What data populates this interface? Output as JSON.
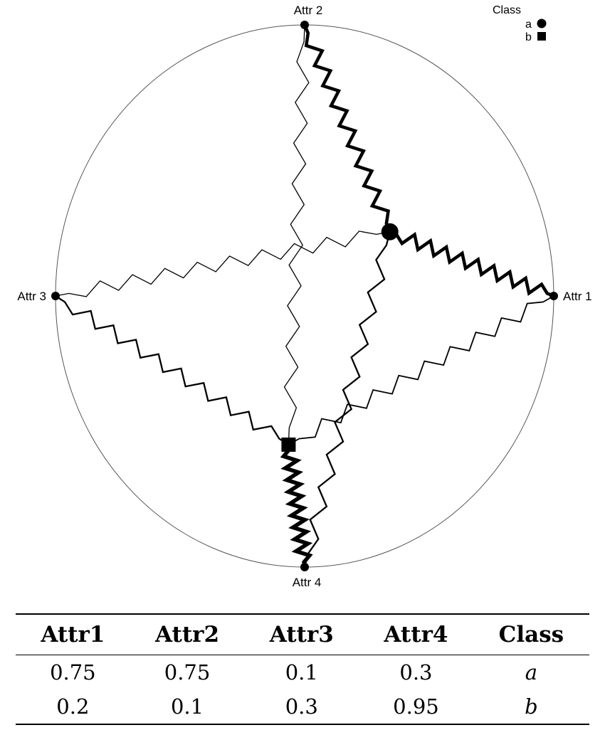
{
  "legend": {
    "title": "Class",
    "items": [
      {
        "label": "a",
        "marker": "circle"
      },
      {
        "label": "b",
        "marker": "square"
      }
    ]
  },
  "anchors": [
    "Attr 1",
    "Attr 2",
    "Attr 3",
    "Attr 4"
  ],
  "table": {
    "headers": [
      "Attr1",
      "Attr2",
      "Attr3",
      "Attr4",
      "Class"
    ],
    "rows": [
      [
        "0.75",
        "0.75",
        "0.1",
        "0.3",
        "a"
      ],
      [
        "0.2",
        "0.1",
        "0.3",
        "0.95",
        "b"
      ]
    ]
  },
  "records": [
    {
      "class": "a",
      "values": [
        0.75,
        0.75,
        0.1,
        0.3
      ]
    },
    {
      "class": "b",
      "values": [
        0.2,
        0.1,
        0.3,
        0.95
      ]
    }
  ],
  "colors": {
    "ink": "#000000",
    "circle": "#555555"
  }
}
